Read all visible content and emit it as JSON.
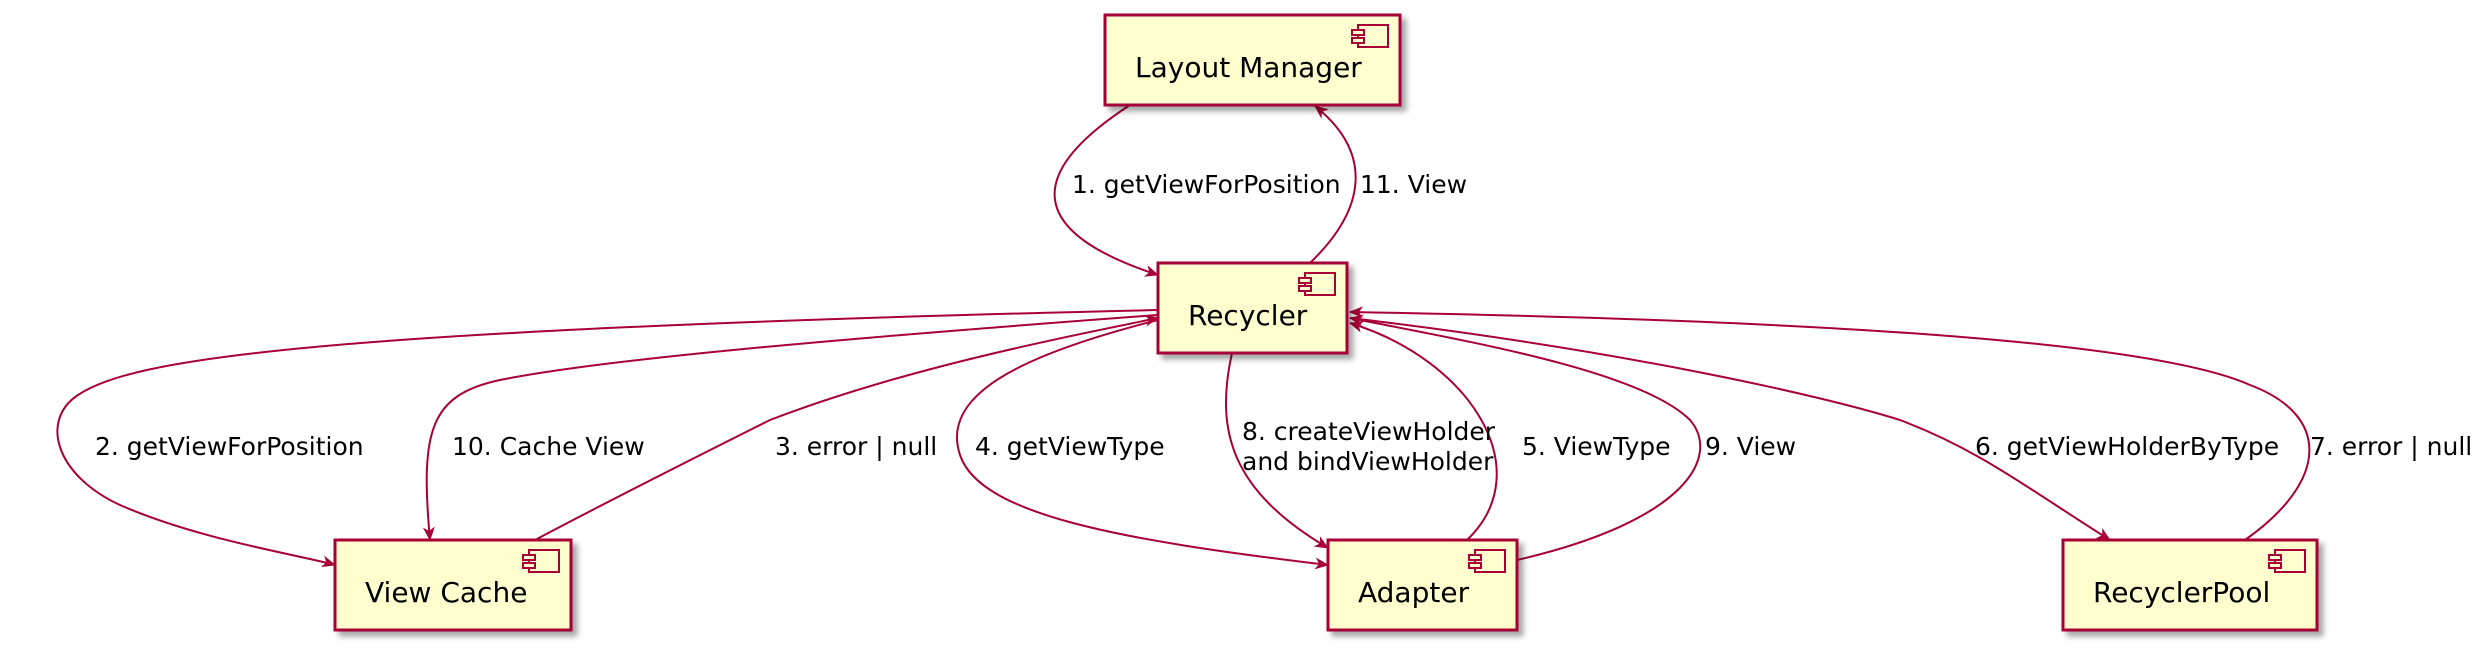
{
  "diagram": {
    "type": "uml-component",
    "colors": {
      "box_fill": "#FEFECE",
      "box_border": "#A80036",
      "arrow": "#A80036",
      "text": "#000000",
      "background": "#FFFFFF"
    },
    "nodes": [
      {
        "id": "layout-manager",
        "label": "Layout Manager"
      },
      {
        "id": "recycler",
        "label": "Recycler"
      },
      {
        "id": "view-cache",
        "label": "View Cache"
      },
      {
        "id": "adapter",
        "label": "Adapter"
      },
      {
        "id": "recycler-pool",
        "label": "RecyclerPool"
      }
    ],
    "edges": [
      {
        "id": "e1",
        "from": "layout-manager",
        "to": "recycler",
        "label": [
          "1. getViewForPosition"
        ]
      },
      {
        "id": "e11",
        "from": "recycler",
        "to": "layout-manager",
        "label": [
          "11. View"
        ]
      },
      {
        "id": "e2",
        "from": "recycler",
        "to": "view-cache",
        "label": [
          "2. getViewForPosition"
        ]
      },
      {
        "id": "e10",
        "from": "recycler",
        "to": "view-cache",
        "label": [
          "10. Cache View"
        ]
      },
      {
        "id": "e3",
        "from": "view-cache",
        "to": "recycler",
        "label": [
          "3. error | null"
        ]
      },
      {
        "id": "e4",
        "from": "recycler",
        "to": "adapter",
        "label": [
          "4. getViewType"
        ]
      },
      {
        "id": "e8",
        "from": "recycler",
        "to": "adapter",
        "label": [
          "8. createViewHolder",
          "and bindViewHolder"
        ]
      },
      {
        "id": "e5",
        "from": "adapter",
        "to": "recycler",
        "label": [
          "5. ViewType"
        ]
      },
      {
        "id": "e9",
        "from": "adapter",
        "to": "recycler",
        "label": [
          "9. View"
        ]
      },
      {
        "id": "e6",
        "from": "recycler",
        "to": "recycler-pool",
        "label": [
          "6. getViewHolderByType"
        ]
      },
      {
        "id": "e7",
        "from": "recycler-pool",
        "to": "recycler",
        "label": [
          "7. error | null"
        ]
      }
    ]
  }
}
